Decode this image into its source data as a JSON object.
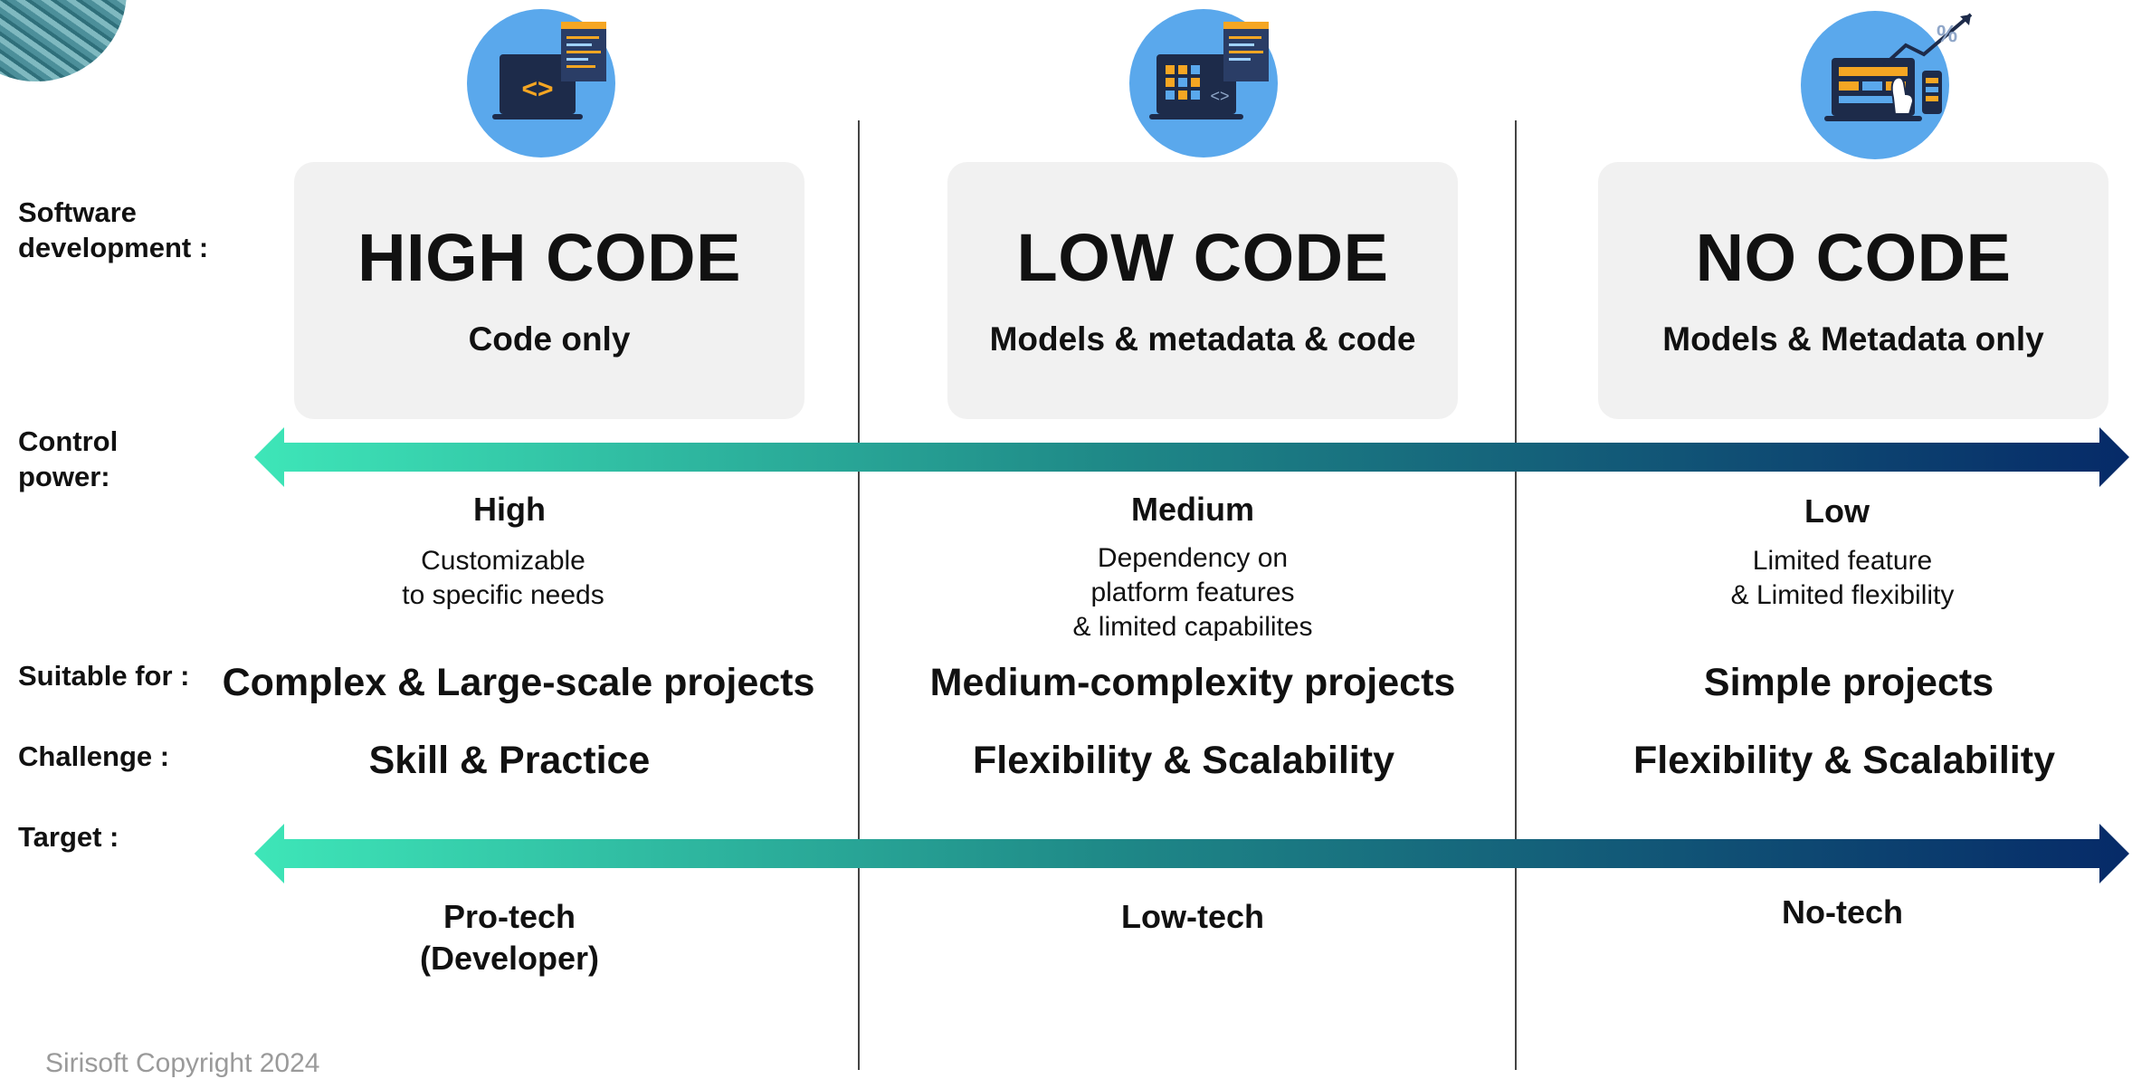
{
  "row_labels": {
    "software": "Software\ndevelopment :",
    "control": "Control\npower:",
    "suitable": "Suitable for :",
    "challenge": "Challenge :",
    "target": "Target :"
  },
  "columns": [
    {
      "title": "HIGH CODE",
      "subtitle": "Code only",
      "icon": "laptop-code-icon",
      "level": "High",
      "description": "Customizable\nto specific needs",
      "suitable": "Complex & Large-scale projects",
      "challenge": "Skill & Practice",
      "target": "Pro-tech\n(Developer)"
    },
    {
      "title": "LOW CODE",
      "subtitle": "Models & metadata & code",
      "icon": "laptop-dashboard-icon",
      "level": "Medium",
      "description": "Dependency on\nplatform features\n& limited capabilites",
      "suitable": "Medium-complexity projects",
      "challenge": "Flexibility & Scalability",
      "target": "Low-tech"
    },
    {
      "title": "NO CODE",
      "subtitle": "Models & Metadata only",
      "icon": "laptop-touch-growth-icon",
      "level": "Low",
      "description": "Limited feature\n& Limited flexibility",
      "suitable": "Simple projects",
      "challenge": "Flexibility & Scalability",
      "target": "No-tech"
    }
  ],
  "colors": {
    "arrow_start": "#3ee6b8",
    "arrow_mid": "#1f8a88",
    "arrow_end": "#062a68",
    "icon_circle": "#5aa8ec",
    "card_bg": "#f1f1f1"
  },
  "footer": "Sirisoft Copyright 2024"
}
